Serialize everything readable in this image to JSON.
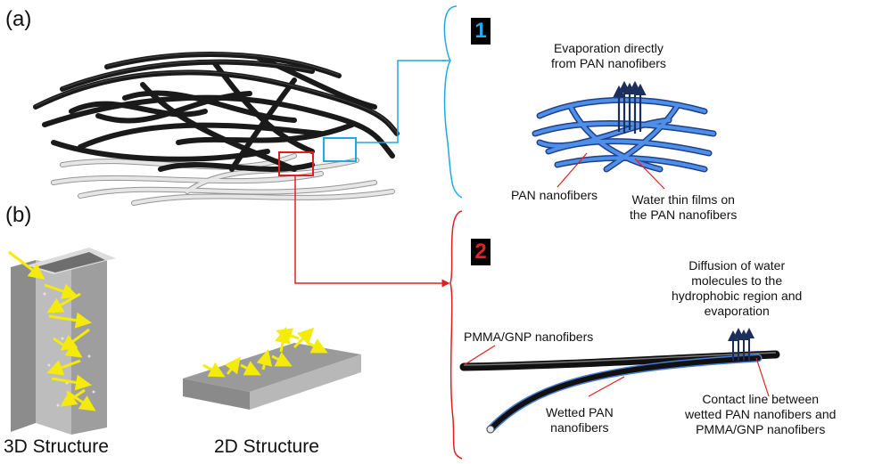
{
  "panel_a": {
    "label": "(a)",
    "badge": "1",
    "caption_top": "Evaporation directly\nfrom PAN nanofibers",
    "label_pan": "PAN nanofibers",
    "label_water": "Water thin films on\nthe PAN nanofibers"
  },
  "panel_b": {
    "label": "(b)",
    "caption_3d": "3D Structure",
    "caption_2d": "2D Structure"
  },
  "panel_2": {
    "badge": "2",
    "label_diffusion": "Diffusion of water\nmolecules to the\nhydrophobic region and\nevaporation",
    "label_pmma": "PMMA/GNP nanofibers",
    "label_wetted": "Wetted PAN\nnanofibers",
    "label_contact": "Contact line between\nwetted PAN nanofibers and\nPMMA/GNP nanofibers"
  },
  "colors": {
    "cyan": "#1EA9E0",
    "red": "#E0201E",
    "badge_bg": "#000000",
    "badge1_text": "#2BA8E8",
    "badge2_text": "#E8201E",
    "fiber_black": "#1a1a1a",
    "fiber_white": "#d0d0d0",
    "fiber_blue": "#3b78d8",
    "arrow_yellow": "#F5EB0A",
    "block_gray": "#a9a9a9"
  }
}
